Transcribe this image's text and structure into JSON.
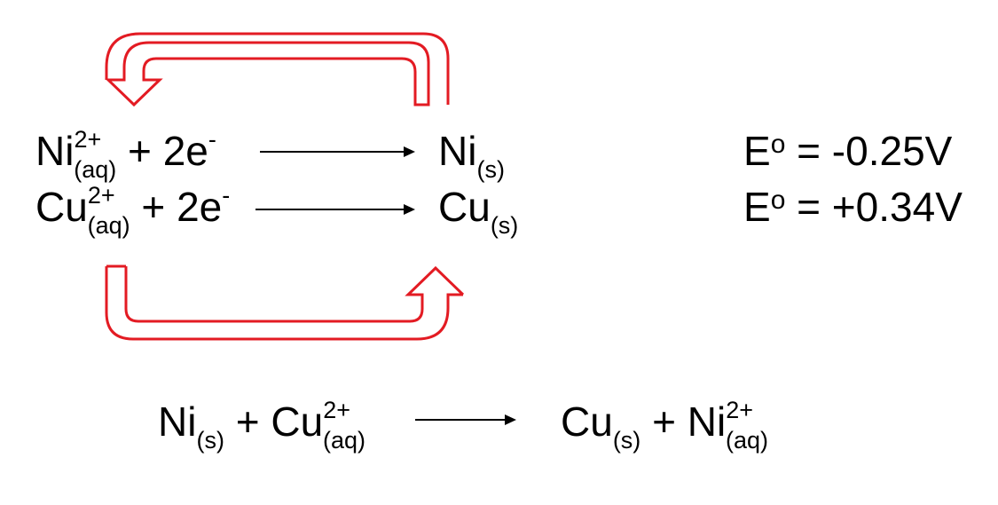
{
  "half_reactions": [
    {
      "ion": "Ni",
      "charge": "2+",
      "phase_aq": "(aq)",
      "plus": "+",
      "electrons": "2e",
      "electron_sign": "-",
      "product": "Ni",
      "product_phase": "(s)",
      "potential_label": "E",
      "degree": "o",
      "potential_value": "= -0.25V"
    },
    {
      "ion": "Cu",
      "charge": "2+",
      "phase_aq": "(aq)",
      "plus": "+",
      "electrons": "2e",
      "electron_sign": "-",
      "product": "Cu",
      "product_phase": "(s)",
      "potential_label": "E",
      "degree": "o",
      "potential_value": "= +0.34V"
    }
  ],
  "overall": {
    "r1": "Ni",
    "r1_phase": "(s)",
    "plus1": "+",
    "r2": "Cu",
    "r2_charge": "2+",
    "r2_phase": "(aq)",
    "p1": "Cu",
    "p1_phase": "(s)",
    "plus2": "+",
    "p2": "Ni",
    "p2_charge": "2+",
    "p2_phase": "(aq)"
  },
  "colors": {
    "flow_arrow": "#e31b23",
    "text": "#000000"
  }
}
